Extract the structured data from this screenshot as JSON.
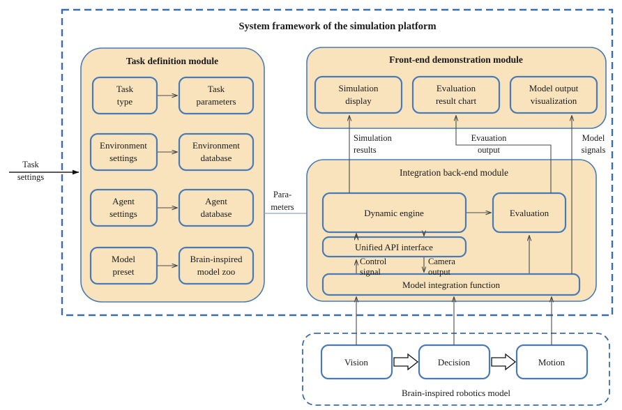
{
  "figure": {
    "title": "System framework of the simulation platform",
    "accent_border": "#3b6ba8",
    "box_border": "#4a7ab3",
    "box_fill": "#f8e3bd",
    "white_fill": "#ffffff",
    "connector": "#4a4a4a"
  },
  "external_inputs": {
    "task_settings_line1": "Task",
    "task_settings_line2": "settings",
    "parameters_line1": "Para-",
    "parameters_line2": "meters"
  },
  "task_module": {
    "title": "Task definition module",
    "rows": [
      {
        "left_line1": "Task",
        "left_line2": "type",
        "right_line1": "Task",
        "right_line2": "parameters"
      },
      {
        "left_line1": "Environment",
        "left_line2": "settings",
        "right_line1": "Environment",
        "right_line2": "database"
      },
      {
        "left_line1": "Agent",
        "left_line2": "settings",
        "right_line1": "Agent",
        "right_line2": "database"
      },
      {
        "left_line1": "Model",
        "left_line2": "preset",
        "right_line1": "Brain-inspired",
        "right_line2": "model zoo"
      }
    ]
  },
  "frontend_module": {
    "title": "Front-end demonstration module",
    "boxes": [
      {
        "line1": "Simulation",
        "line2": "display"
      },
      {
        "line1": "Evaluation",
        "line2": "result chart"
      },
      {
        "line1": "Model output",
        "line2": "visualization"
      }
    ]
  },
  "backend_module": {
    "title": "Integration back-end module",
    "dynamic_engine": "Dynamic engine",
    "evaluation": "Evaluation",
    "unified_api": "Unified API interface",
    "model_integration": "Model integration function"
  },
  "backend_edges": {
    "control_line1": "Control",
    "control_line2": "signal",
    "camera_line1": "Camera",
    "camera_line2": "output"
  },
  "output_edges": {
    "simulation_line1": "Simulation",
    "simulation_line2": "results",
    "evaluation_line1": "Evauation",
    "evaluation_line2": "output",
    "model_line1": "Model",
    "model_line2": "signals"
  },
  "robotics_model": {
    "caption": "Brain-inspired robotics model",
    "stages": [
      "Vision",
      "Decision",
      "Motion"
    ]
  }
}
